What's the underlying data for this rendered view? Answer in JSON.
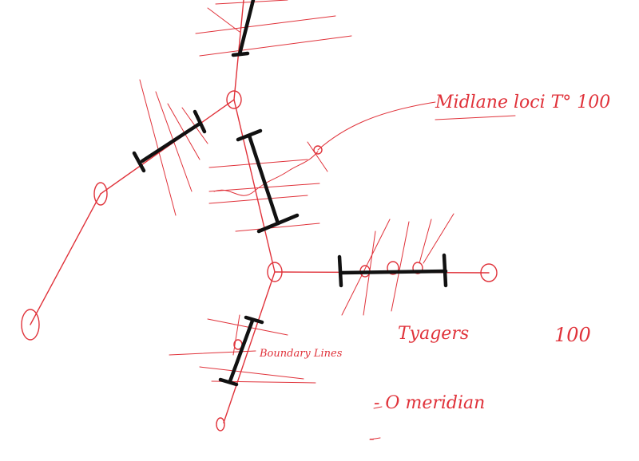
{
  "annotations": {
    "top_right": "Midlane loci T° 100",
    "branches": "Tyagers",
    "count": "100",
    "lower_label": "Boundary Lines",
    "bottom_label": "- O meridian",
    "bottom_dash": "-"
  },
  "colors": {
    "red_ink": "#e0323a",
    "black_ink": "#111111",
    "paper": "#ffffff"
  }
}
